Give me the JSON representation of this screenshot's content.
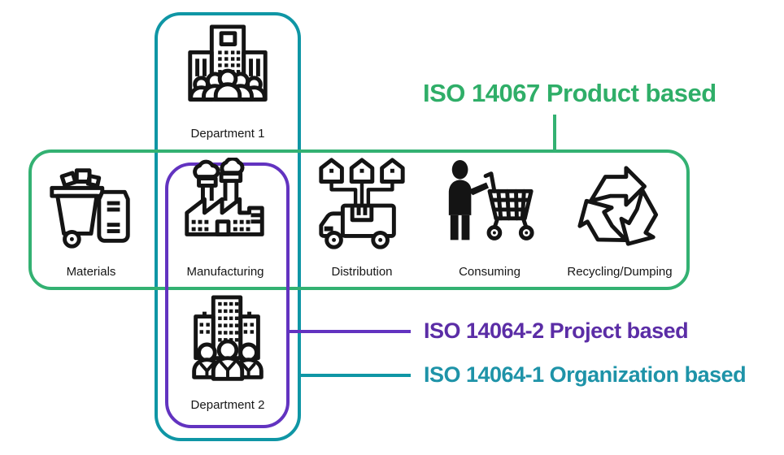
{
  "diagram": {
    "labels": {
      "product": "ISO 14067 Product based",
      "project": "ISO 14064-2 Project based",
      "organization": "ISO 14064-1 Organization based"
    },
    "colors": {
      "product_green_text": "#2fae68",
      "product_green_box": "#33b172",
      "project_purple_text": "#5b2da6",
      "project_purple_box": "#6233c0",
      "organization_teal_text": "#1e93a8",
      "organization_teal_box": "#0f96a5",
      "icon_ink": "#141414"
    },
    "departments": [
      {
        "label": "Department 1",
        "icon": "department-1-icon"
      },
      {
        "label": "Department 2",
        "icon": "department-2-icon"
      }
    ],
    "stages": [
      {
        "label": "Materials",
        "icon": "materials-icon"
      },
      {
        "label": "Manufacturing",
        "icon": "manufacturing-icon"
      },
      {
        "label": "Distribution",
        "icon": "distribution-icon"
      },
      {
        "label": "Consuming",
        "icon": "consuming-icon"
      },
      {
        "label": "Recycling/Dumping",
        "icon": "recycling-icon"
      }
    ]
  }
}
